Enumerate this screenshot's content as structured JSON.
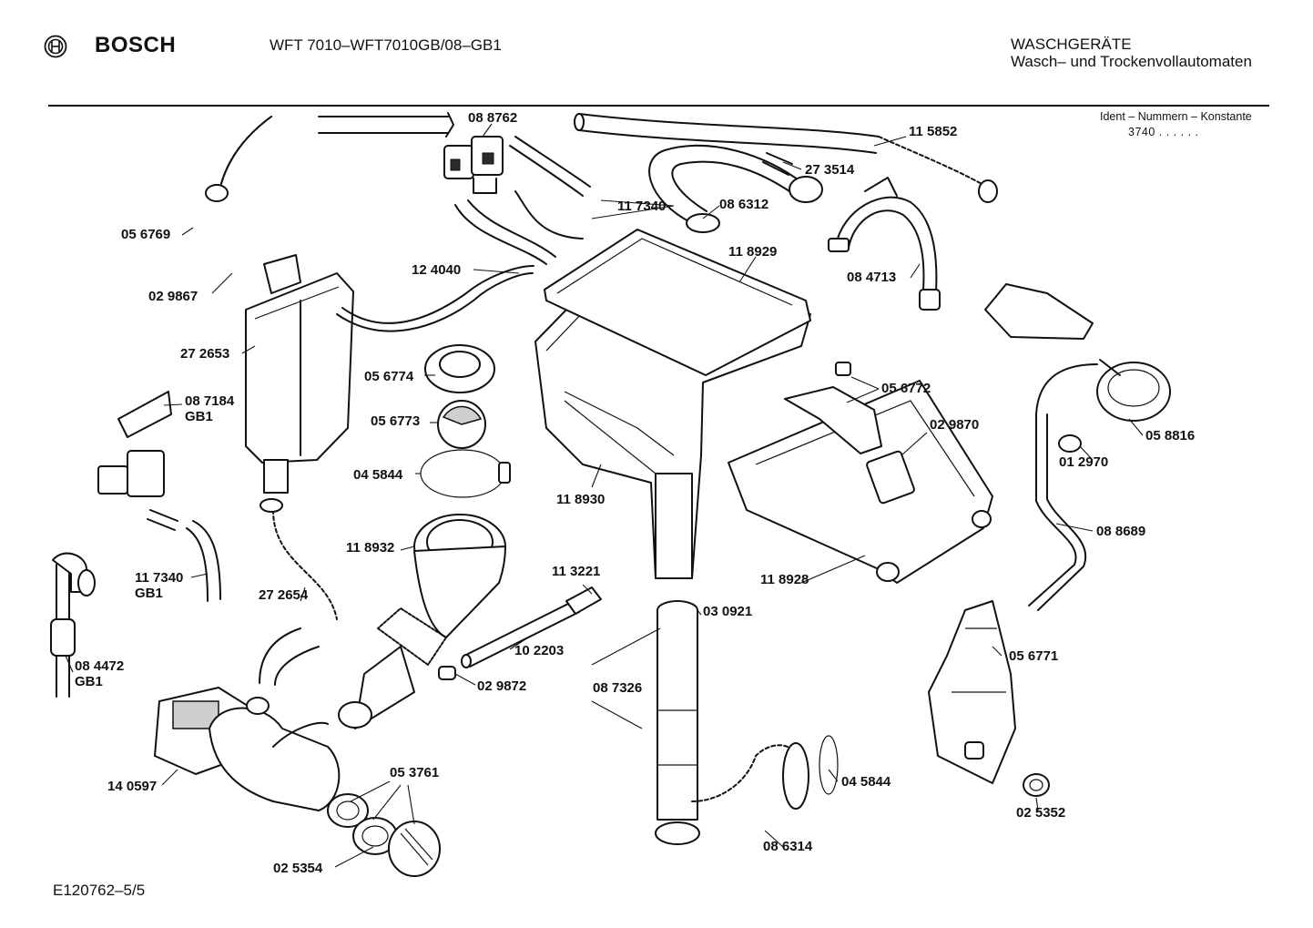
{
  "header": {
    "brand": "BOSCH",
    "model": "WFT 7010–WFT7010GB/08–GB1",
    "category_line1": "WASCHGERÄTE",
    "category_line2": "Wasch– und Trockenvollautomaten",
    "ident_label": "Ident – Nummern – Konstante",
    "ident_value": "3740  .  .  .  .  .  ."
  },
  "footer": {
    "reference": "E120762–5/5"
  },
  "parts": [
    {
      "id": "088762",
      "number": "08 8762",
      "note": ""
    },
    {
      "id": "115852",
      "number": "11 5852",
      "note": ""
    },
    {
      "id": "273514",
      "number": "27 3514",
      "note": ""
    },
    {
      "id": "117340a",
      "number": "11 7340",
      "note": ""
    },
    {
      "id": "086312",
      "number": "08 6312",
      "note": ""
    },
    {
      "id": "056769",
      "number": "05 6769",
      "note": ""
    },
    {
      "id": "029867",
      "number": "02 9867",
      "note": ""
    },
    {
      "id": "124040",
      "number": "12 4040",
      "note": ""
    },
    {
      "id": "118929",
      "number": "11 8929",
      "note": ""
    },
    {
      "id": "084713",
      "number": "08 4713",
      "note": ""
    },
    {
      "id": "272653",
      "number": "27 2653",
      "note": ""
    },
    {
      "id": "056774",
      "number": "05 6774",
      "note": ""
    },
    {
      "id": "056772",
      "number": "05 6772",
      "note": ""
    },
    {
      "id": "087184",
      "number": "08 7184",
      "note": "GB1"
    },
    {
      "id": "056773",
      "number": "05 6773",
      "note": ""
    },
    {
      "id": "029870",
      "number": "02 9870",
      "note": ""
    },
    {
      "id": "058816",
      "number": "05 8816",
      "note": ""
    },
    {
      "id": "045844a",
      "number": "04 5844",
      "note": ""
    },
    {
      "id": "012970",
      "number": "01 2970",
      "note": ""
    },
    {
      "id": "118930",
      "number": "11 8930",
      "note": ""
    },
    {
      "id": "088689",
      "number": "08 8689",
      "note": ""
    },
    {
      "id": "118932",
      "number": "11 8932",
      "note": ""
    },
    {
      "id": "113221",
      "number": "11 3221",
      "note": ""
    },
    {
      "id": "117340b",
      "number": "11 7340",
      "note": "GB1"
    },
    {
      "id": "118928",
      "number": "11 8928",
      "note": ""
    },
    {
      "id": "272654",
      "number": "27 2654",
      "note": ""
    },
    {
      "id": "030921",
      "number": "03 0921",
      "note": ""
    },
    {
      "id": "102203",
      "number": "10 2203",
      "note": ""
    },
    {
      "id": "056771",
      "number": "05 6771",
      "note": ""
    },
    {
      "id": "084472",
      "number": "08 4472",
      "note": "GB1"
    },
    {
      "id": "029872",
      "number": "02 9872",
      "note": ""
    },
    {
      "id": "087326",
      "number": "08 7326",
      "note": ""
    },
    {
      "id": "053761",
      "number": "05 3761",
      "note": ""
    },
    {
      "id": "045844b",
      "number": "04 5844",
      "note": ""
    },
    {
      "id": "140597",
      "number": "14 0597",
      "note": ""
    },
    {
      "id": "025352",
      "number": "02 5352",
      "note": ""
    },
    {
      "id": "086314",
      "number": "08 6314",
      "note": ""
    },
    {
      "id": "025354",
      "number": "02 5354",
      "note": ""
    }
  ]
}
